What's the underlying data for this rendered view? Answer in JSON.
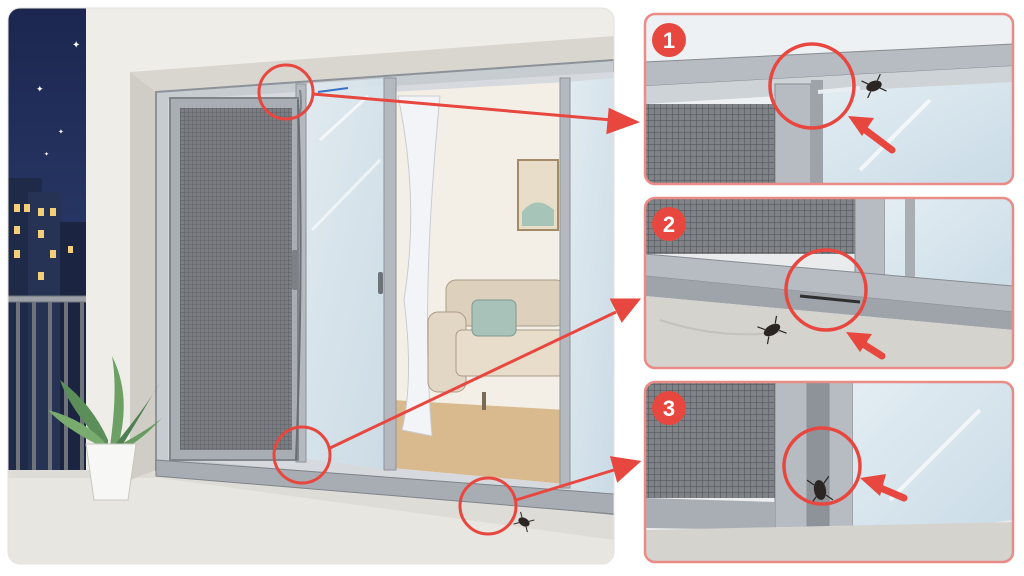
{
  "figure": {
    "description_free": true,
    "colors": {
      "accent_red": "#e8473f",
      "panel_border": "#e98b86",
      "frame_gray": "#b9bec4",
      "night_sky": "#22305a",
      "wall": "#f2f0ec",
      "floor_wood": "#d9b98e"
    },
    "callouts": [
      {
        "number": "1",
        "target": "screen-top-gap"
      },
      {
        "number": "2",
        "target": "screen-bottom-gap"
      },
      {
        "number": "3",
        "target": "frame-side-gap"
      }
    ]
  }
}
